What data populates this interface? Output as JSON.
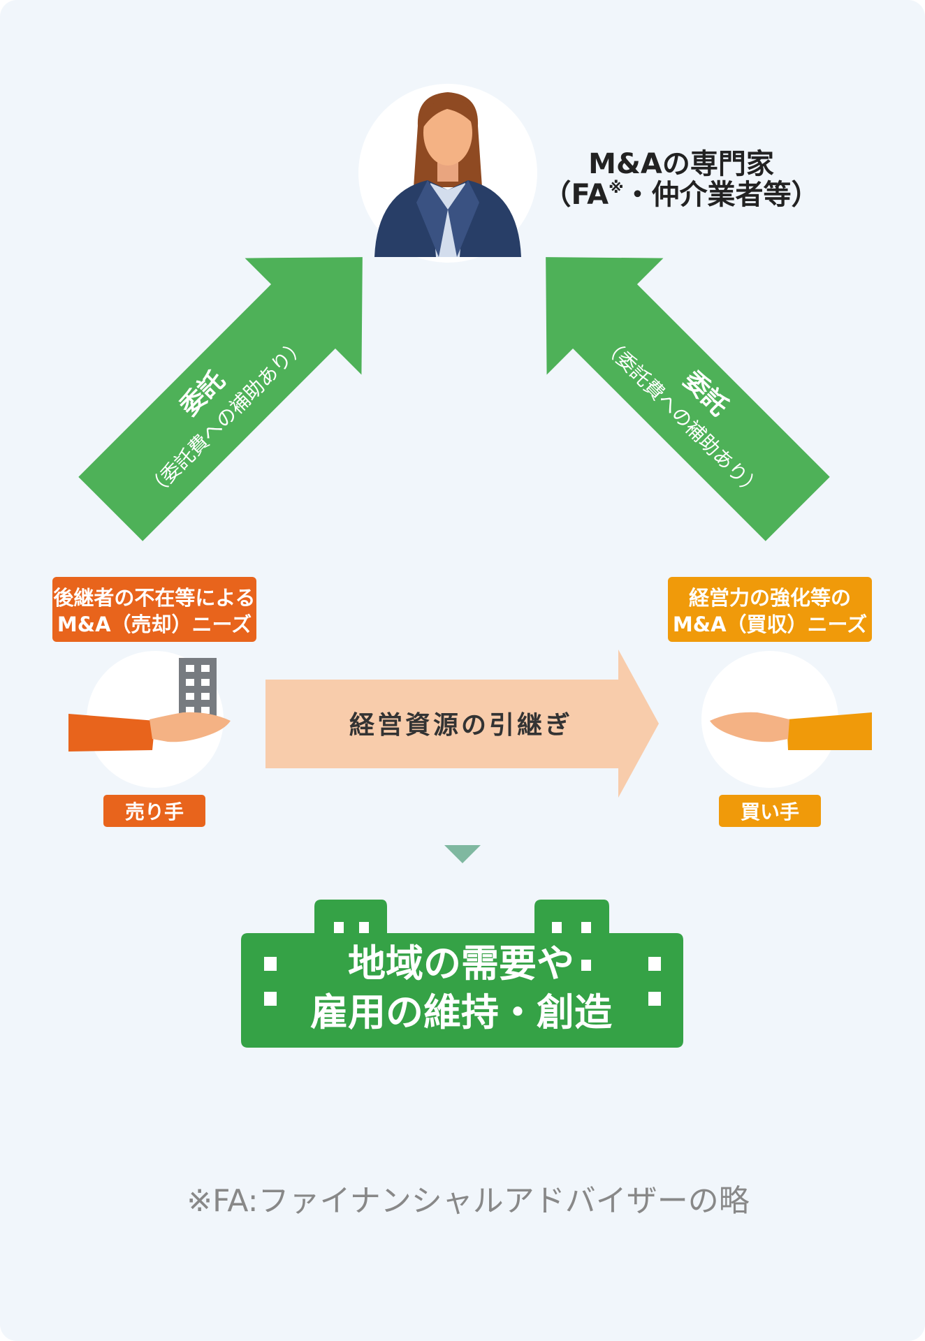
{
  "expert": {
    "title_line1": "M&Aの専門家",
    "title_line2": "（FA",
    "title_mark": "※",
    "title_line2_rest": "・仲介業者等）"
  },
  "left_arrow": {
    "title": "委託",
    "subtitle": "（委託費への補助あり）"
  },
  "right_arrow": {
    "title": "委託",
    "subtitle": "（委託費への補助あり）"
  },
  "seller": {
    "needs_line1": "後継者の不在等による",
    "needs_line2": "M&A（売却）ニーズ",
    "label": "売り手"
  },
  "buyer": {
    "needs_line1": "経営力の強化等の",
    "needs_line2": "M&A（買収）ニーズ",
    "label": "買い手"
  },
  "transfer_arrow": {
    "label": "経営資源の引継ぎ"
  },
  "outcome": {
    "line1": "地域の需要や",
    "line2": "雇用の維持・創造"
  },
  "footnote": "※FA:ファイナンシャルアドバイザーの略",
  "colors": {
    "panel_bg": "#f1f6fb",
    "green_arrow": "#4eb158",
    "outcome_green": "#35a246",
    "seller_orange": "#e8641c",
    "buyer_orange": "#f09a0a",
    "transfer_arrow": "#f8ccab",
    "down_triangle": "#7fb8a0",
    "footnote_text": "#888888"
  }
}
